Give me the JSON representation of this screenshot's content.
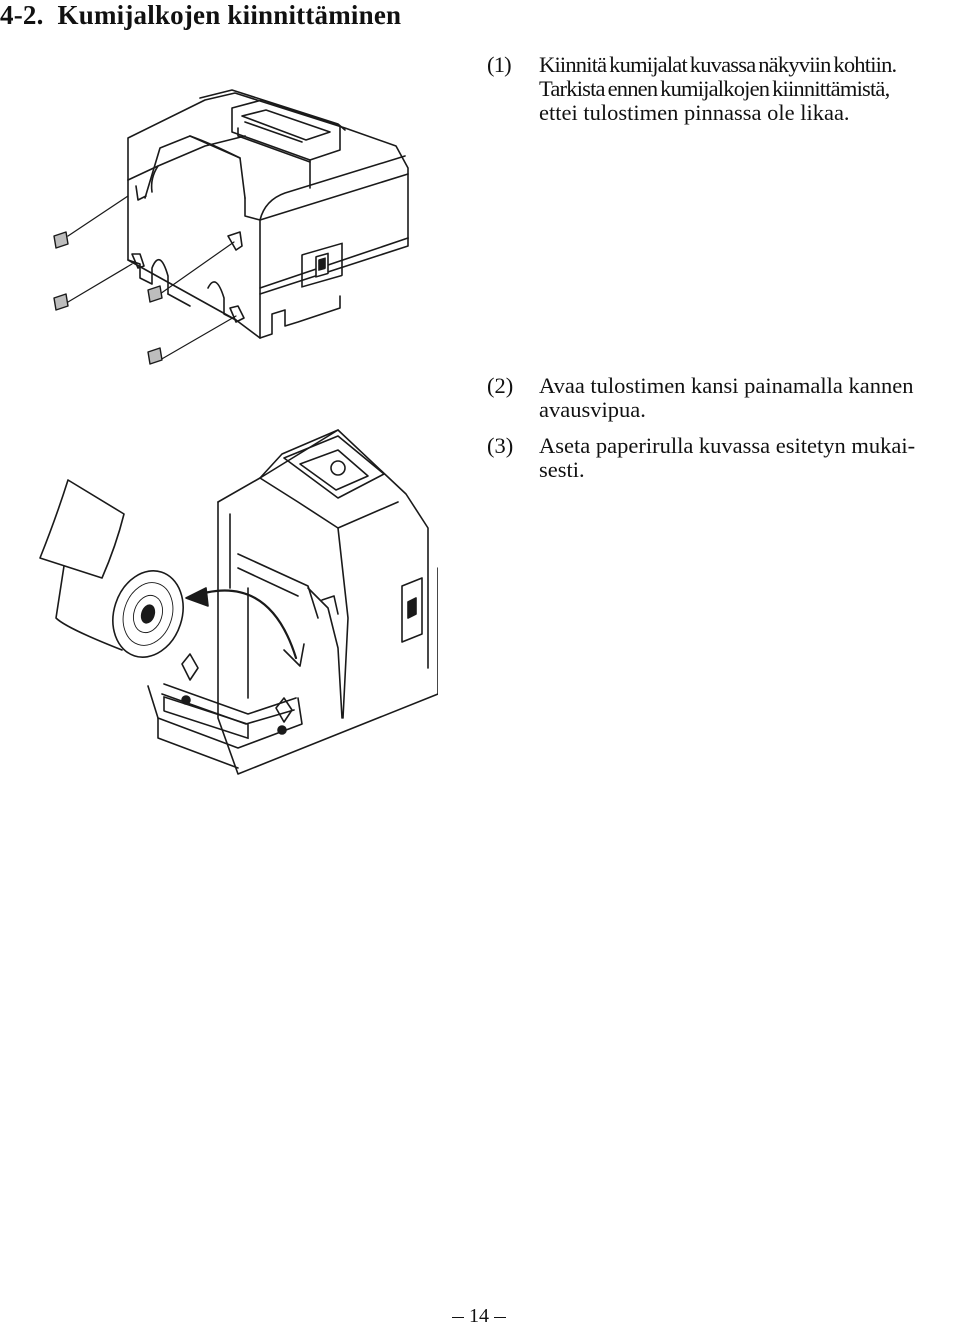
{
  "section": {
    "number": "4-2.",
    "title": "Kumijalkojen kiinnittäminen"
  },
  "steps": [
    {
      "marker": "(1)",
      "lines": [
        "Kiinnitä kumijalat kuvassa näkyviin kohtiin.",
        "Tarkista ennen kumijalkojen kiinnittämistä,",
        "ettei tulostimen pinnassa ole likaa."
      ]
    },
    {
      "marker": "(2)",
      "lines": [
        "Avaa tulostimen kansi painamalla kannen",
        "avausvipua."
      ]
    },
    {
      "marker": "(3)",
      "lines": [
        "Aseta paperirulla kuvassa esitetyn mukai-",
        "sesti."
      ]
    }
  ],
  "page_number": "14"
}
